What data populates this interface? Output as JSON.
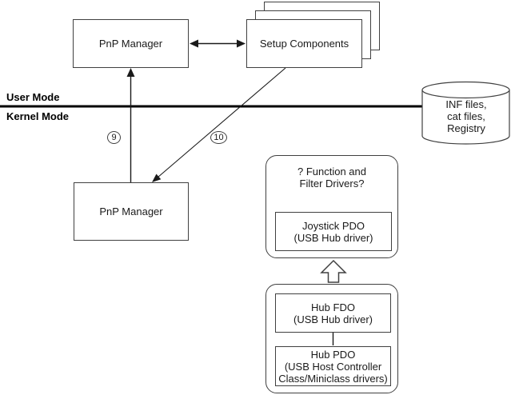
{
  "labels": {
    "user_mode": "User Mode",
    "kernel_mode": "Kernel Mode"
  },
  "nodes": {
    "pnp_manager_user": {
      "label": "PnP Manager"
    },
    "setup_components": {
      "label": "Setup Components"
    },
    "pnp_manager_kernel": {
      "label": "PnP Manager"
    },
    "datastore": {
      "line1": "INF files,",
      "line2": "cat files,",
      "line3": "Registry"
    },
    "driver_stack_question": {
      "line1": "? Function and",
      "line2": "Filter Drivers?"
    },
    "joystick_pdo": {
      "line1": "Joystick PDO",
      "line2": "(USB Hub driver)"
    },
    "hub_fdo": {
      "line1": "Hub FDO",
      "line2": "(USB Hub driver)"
    },
    "hub_pdo": {
      "line1": "Hub PDO",
      "line2": "(USB Host Controller",
      "line3": "Class/Miniclass drivers)"
    }
  },
  "steps": {
    "nine": "9",
    "ten": "10"
  },
  "colors": {
    "background": "#ffffff",
    "line": "#000000",
    "thin_line": "#1a1a1a",
    "border": "#404040",
    "text": "#1a1a1a"
  }
}
